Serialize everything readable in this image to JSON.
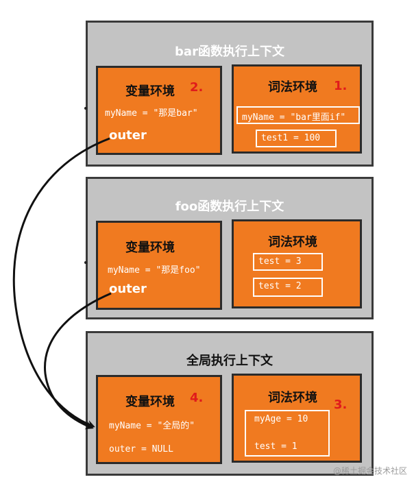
{
  "bar_ctx": {
    "title": "bar函数执行上下文",
    "var_env": {
      "title": "变量环境",
      "num": "2.",
      "line1": "myName = \"那是bar\"",
      "outer": "outer"
    },
    "lex_env": {
      "title": "词法环境",
      "num": "1.",
      "box1": "myName = \"bar里面if\"",
      "box2": "test1 = 100"
    }
  },
  "foo_ctx": {
    "title": "foo函数执行上下文",
    "var_env": {
      "title": "变量环境",
      "line1": "myName = \"那是foo\"",
      "outer": "outer"
    },
    "lex_env": {
      "title": "词法环境",
      "box1": "test = 3",
      "box2": "test = 2"
    }
  },
  "global_ctx": {
    "title": "全局执行上下文",
    "var_env": {
      "title": "变量环境",
      "num": "4.",
      "line1": "myName = \"全局的\"",
      "outer": "outer = NULL"
    },
    "lex_env": {
      "title": "词法环境",
      "num": "3.",
      "line1": "myAge = 10",
      "line2": "test = 1"
    }
  },
  "watermark": "@稀土掘金技术社区",
  "colors": {
    "orange": "#f07a20",
    "gray": "#c3c3c3",
    "red_number": "#e01b1b"
  }
}
